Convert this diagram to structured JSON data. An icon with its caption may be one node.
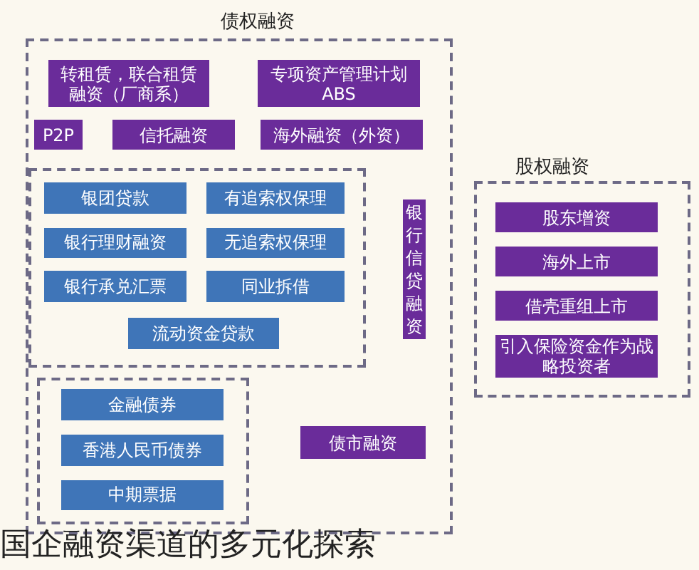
{
  "diagram": {
    "caption": "国企融资渠道的多元化探索",
    "nodes": [
      {
        "text": [
          "债权融资"
        ]
      },
      {
        "text": [
          "转租赁，联合租赁融资（厂商系）"
        ],
        "in": 0
      },
      {
        "text": [
          "专项资产管理计划ABS"
        ],
        "in": 0
      },
      {
        "text": [
          "P2P"
        ],
        "in": 0
      },
      {
        "text": [
          "信托融资"
        ],
        "in": 0
      },
      {
        "text": [
          "海外融资（外资）"
        ],
        "in": 0
      },
      {
        "text": [],
        "shape": "box",
        "in": 0
      },
      {
        "text": [
          "银团贷款"
        ],
        "in": 6
      },
      {
        "text": [
          "有追索权保理"
        ],
        "in": 6
      },
      {
        "text": [
          "银行理财融资"
        ],
        "in": 6
      },
      {
        "text": [
          "无追索权保理"
        ],
        "in": 6
      },
      {
        "text": [
          "银行承兑汇票"
        ],
        "in": 6
      },
      {
        "text": [
          "同业拆借"
        ],
        "in": 6
      },
      {
        "text": [
          "流动资金贷款"
        ],
        "in": 6
      },
      {
        "text": [
          "银行信贷融资"
        ],
        "in": 0
      },
      {
        "text": [],
        "shape": "box",
        "in": 0
      },
      {
        "text": [
          "金融债券"
        ],
        "in": 15
      },
      {
        "text": [
          "香港人民币债券"
        ],
        "in": 15
      },
      {
        "text": [
          "中期票据"
        ],
        "in": 15
      },
      {
        "text": [
          "债市融资"
        ],
        "in": 0
      },
      {
        "text": [
          "股权融资"
        ]
      },
      {
        "text": [
          "股东增资"
        ],
        "in": 20
      },
      {
        "text": [
          "海外上市"
        ],
        "in": 20
      },
      {
        "text": [
          "借壳重组上市"
        ],
        "in": 20
      },
      {
        "text": [
          "引入保险资金作为战略投资者"
        ],
        "in": 20
      }
    ],
    "edges": []
  }
}
